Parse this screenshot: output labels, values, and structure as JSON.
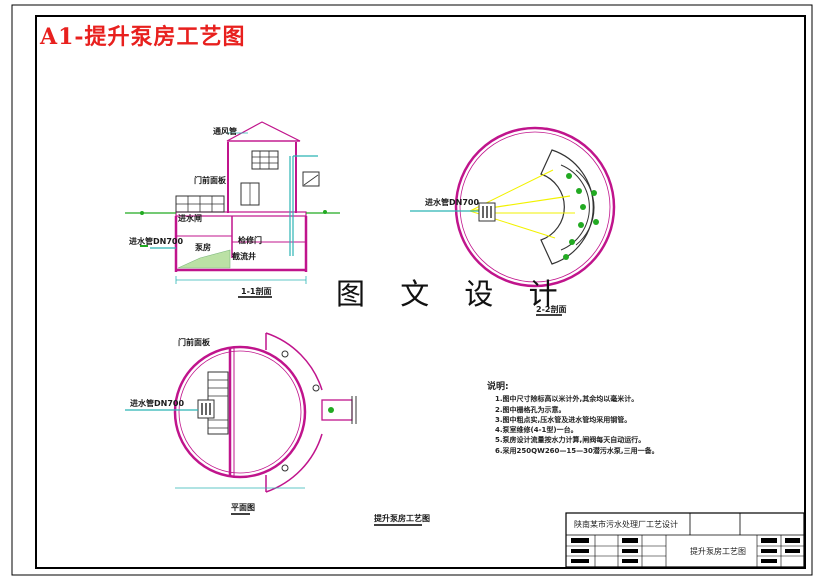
{
  "header": {
    "title": "A1-提升泵房工艺图"
  },
  "watermark": "图 文 设 计",
  "section_11": {
    "vent": "通风管",
    "door": "门前面板",
    "inlet": "进水管DN700",
    "valve": "进水闸",
    "check": "检修门",
    "pipe2": "截流井",
    "hall": "泵房",
    "caption": "1-1剖面"
  },
  "section_22": {
    "inlet": "进水管DN700",
    "caption": "2-2剖面"
  },
  "plan": {
    "door": "门前面板",
    "inlet": "进水管DN700",
    "caption": "平面图",
    "title": "提升泵房工艺图"
  },
  "notes": {
    "heading": "说明:",
    "items": [
      "1.图中尺寸除标高以米计外,其余均以毫米计。",
      "2.图中栅格孔为示意。",
      "3.图中粗点实,压水管及进水管均采用钢管。",
      "4.泵室维修(4-1型)一台。",
      "5.泵房设计流量按水力计算,闸阀每天自动运行。",
      "6.采用250QW260—15—30潜污水泵,三用一备。"
    ]
  },
  "title_block": {
    "project": "陕南某市污水处理厂工艺设计",
    "drawing": "提升泵房工艺图"
  },
  "colors": {
    "frame": "#000000",
    "wall": "#c0148c",
    "annotation": "#2bb5b5",
    "equipment": "#22aa22",
    "flow": "#f2f200",
    "red_heading": "#e8201e"
  }
}
